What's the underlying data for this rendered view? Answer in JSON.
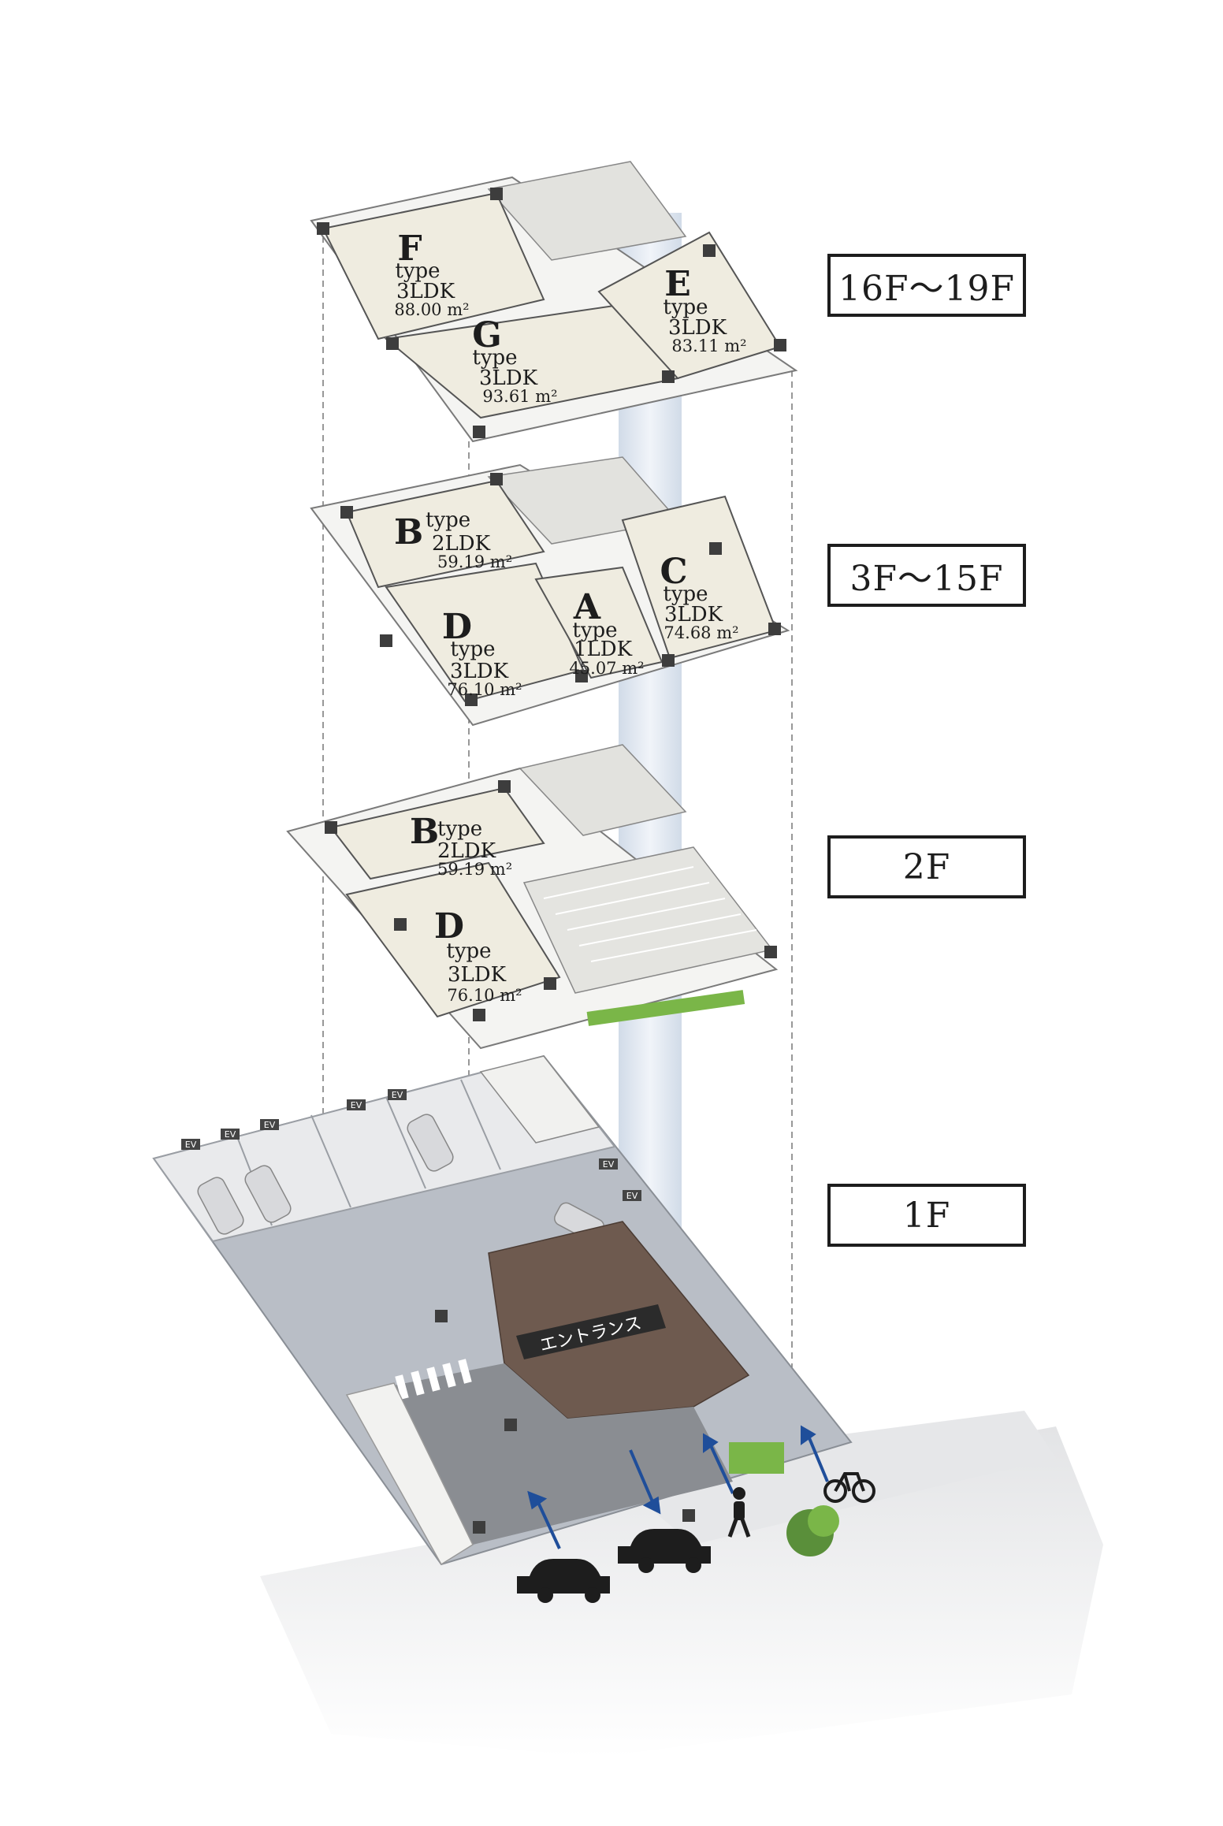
{
  "floors": [
    {
      "label": "16F〜19F"
    },
    {
      "label": "3F〜15F"
    },
    {
      "label": "2F"
    },
    {
      "label": "1F"
    }
  ],
  "units": {
    "F": {
      "letter": "F",
      "type": "type",
      "ldk": "3LDK",
      "area": "88.00 m²"
    },
    "G": {
      "letter": "G",
      "type": "type",
      "ldk": "3LDK",
      "area": "93.61 m²"
    },
    "E": {
      "letter": "E",
      "type": "type",
      "ldk": "3LDK",
      "area": "83.11 m²"
    },
    "B": {
      "letter": "B",
      "type": "type",
      "ldk": "2LDK",
      "area": "59.19 m²"
    },
    "C": {
      "letter": "C",
      "type": "type",
      "ldk": "3LDK",
      "area": "74.68 m²"
    },
    "D": {
      "letter": "D",
      "type": "type",
      "ldk": "3LDK",
      "area": "76.10 m²"
    },
    "A": {
      "letter": "A",
      "type": "type",
      "ldk": "1LDK",
      "area": "45.07 m²"
    },
    "B2": {
      "letter": "B",
      "type": "type",
      "ldk": "2LDK",
      "area": "59.19 m²"
    },
    "D2": {
      "letter": "D",
      "type": "type",
      "ldk": "3LDK",
      "area": "76.10 m²"
    }
  },
  "ground": {
    "entrance_label": "エントランス",
    "ev_label": "EV"
  },
  "colors": {
    "unit_fill": "#efece0",
    "slab_fill": "#f4f4f2",
    "paving_brown": "#6e5a4f",
    "ground_gray": "#b7bcc4",
    "arrow_blue": "#1f4e9a",
    "green": "#7ab648",
    "label_border": "#1d1d1d"
  },
  "icons": [
    "car-icon",
    "pedestrian-icon",
    "bicycle-icon",
    "tree-icon",
    "arrow-icon"
  ]
}
